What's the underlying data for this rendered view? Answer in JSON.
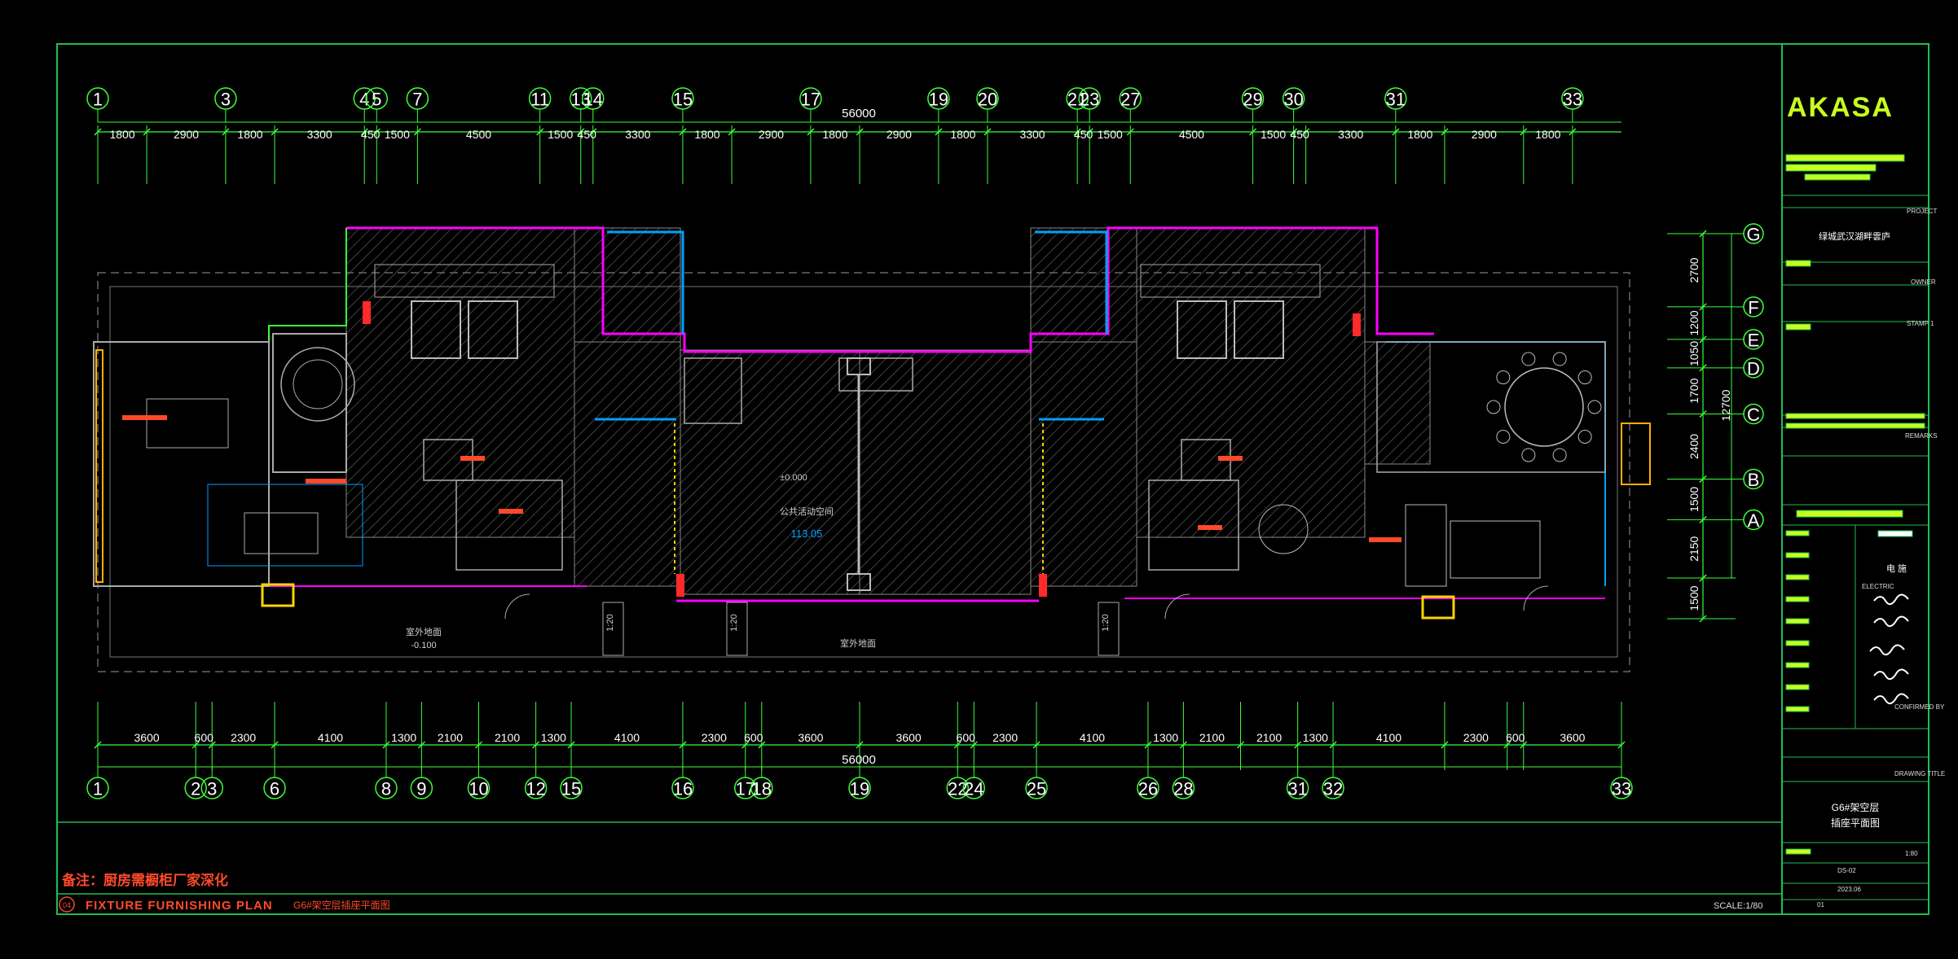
{
  "brand": "AKASA",
  "project_name": "绿城武汉湖畔雲庐",
  "note": "备注：厨房需橱柜厂家深化",
  "plan_title": "FIXTURE FURNISHING PLAN",
  "plan_subtitle": "G6#架空层插座平面图",
  "plan_no": "04",
  "scale": "SCALE:1/80",
  "titleblock": {
    "project_label": "PROJECT",
    "owner_label": "OWNER",
    "stamp_label": "STAMP 1",
    "remarks_label": "REMARKS",
    "confirmed_label": "CONFIRMED BY",
    "drawing_title_label": "DRAWING TITLE",
    "electric_label": "电 施",
    "electric_en": "ELECTRIC",
    "drawing_title_line1": "G6#架空层",
    "drawing_title_line2": "插座平面图",
    "scale_value": "1:80",
    "drawing_no": "DS-02",
    "date": "2023.06",
    "revision": "01"
  },
  "top_axes": [
    "1",
    "3",
    "4",
    "5",
    "7",
    "11",
    "13",
    "14",
    "15",
    "17",
    "19",
    "20",
    "21",
    "23",
    "27",
    "29",
    "30",
    "31",
    "33"
  ],
  "top_dims": [
    "1800",
    "2900",
    "1800",
    "3300",
    "450",
    "1500",
    "4500",
    "1500",
    "450",
    "3300",
    "1800",
    "2900",
    "1800",
    "2900",
    "1800",
    "3300",
    "450",
    "1500",
    "4500",
    "1500",
    "450",
    "3300",
    "1800",
    "2900",
    "1800"
  ],
  "bottom_axes": [
    "1",
    "2",
    "3",
    "6",
    "8",
    "9",
    "10",
    "12",
    "15",
    "16",
    "17",
    "18",
    "19",
    "22",
    "24",
    "25",
    "26",
    "28",
    "31",
    "32",
    "33"
  ],
  "bottom_dims": [
    "3600",
    "600",
    "2300",
    "4100",
    "1300",
    "2100",
    "2100",
    "1300",
    "4100",
    "2300",
    "600",
    "3600",
    "3600",
    "600",
    "2300",
    "4100",
    "1300",
    "2100",
    "2100",
    "1300",
    "4100",
    "2300",
    "600",
    "3600"
  ],
  "total_width": "56000",
  "right_axes": [
    "G",
    "F",
    "E",
    "D",
    "C",
    "B",
    "A"
  ],
  "right_dims": [
    "2700",
    "1200",
    "1050",
    "1700",
    "2400",
    "1500",
    "2150",
    "1500"
  ],
  "right_total": "12700",
  "rooms": {
    "outdoor_level": "室外地面",
    "outdoor_value": "-0.100",
    "outdoor_level_2": "室外地面",
    "public_space": "公共活动空间",
    "level_value": "±0.000",
    "ramp_1": "1:20",
    "ramp_2": "1:20",
    "ramp_3": "1:20",
    "elevation": "113.05"
  },
  "colors": {
    "frame": "#1fbe4f",
    "dim": "#39ff39",
    "wall": "#ff00ff",
    "window": "#00a0ff",
    "accent": "#c8ff1e",
    "orange": "#ff4a2a"
  }
}
